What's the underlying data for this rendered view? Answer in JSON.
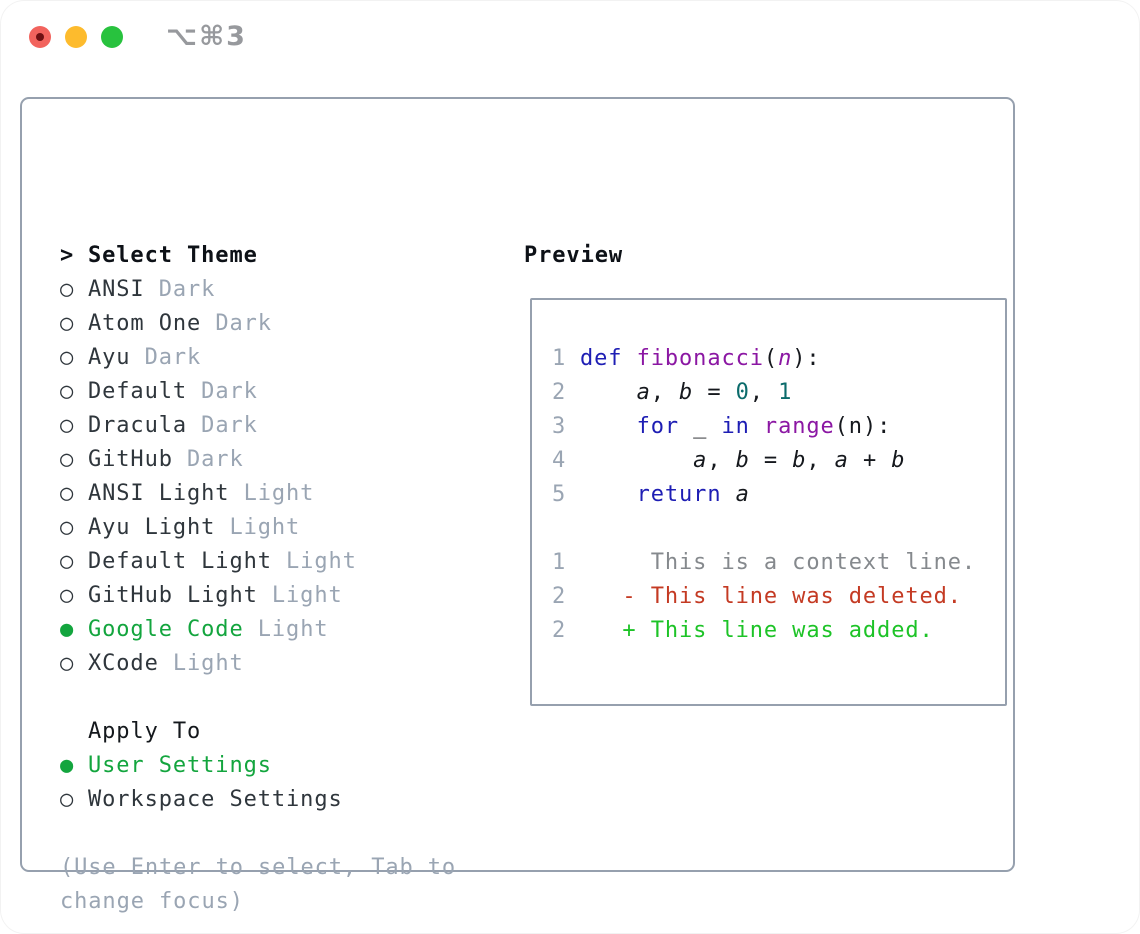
{
  "titlebar": {
    "title": "⌥⌘3"
  },
  "theme_menu": {
    "header_prefix": ">",
    "header": "Select Theme",
    "items": [
      {
        "name": "ANSI",
        "variant": "Dark",
        "selected": false
      },
      {
        "name": "Atom One",
        "variant": "Dark",
        "selected": false
      },
      {
        "name": "Ayu",
        "variant": "Dark",
        "selected": false
      },
      {
        "name": "Default",
        "variant": "Dark",
        "selected": false
      },
      {
        "name": "Dracula",
        "variant": "Dark",
        "selected": false
      },
      {
        "name": "GitHub",
        "variant": "Dark",
        "selected": false
      },
      {
        "name": "ANSI Light",
        "variant": "Light",
        "selected": false
      },
      {
        "name": "Ayu Light",
        "variant": "Light",
        "selected": false
      },
      {
        "name": "Default Light",
        "variant": "Light",
        "selected": false
      },
      {
        "name": "GitHub Light",
        "variant": "Light",
        "selected": false
      },
      {
        "name": "Google Code",
        "variant": "Light",
        "selected": true
      },
      {
        "name": "XCode",
        "variant": "Light",
        "selected": false
      }
    ]
  },
  "apply_to": {
    "header": "Apply To",
    "items": [
      {
        "name": "User Settings",
        "selected": true
      },
      {
        "name": "Workspace Settings",
        "selected": false
      }
    ]
  },
  "hint": {
    "text": "(Use Enter to select, Tab to\nchange focus)"
  },
  "preview": {
    "label": "Preview",
    "lines": [
      {
        "num": "1",
        "tokens": [
          {
            "t": "kw",
            "v": "def"
          },
          {
            "t": "plain",
            "v": " "
          },
          {
            "t": "fn",
            "v": "fibonacci"
          },
          {
            "t": "plain",
            "v": "("
          },
          {
            "t": "param",
            "v": "n"
          },
          {
            "t": "plain",
            "v": "):"
          }
        ]
      },
      {
        "num": "2",
        "tokens": [
          {
            "t": "plain",
            "v": "    "
          },
          {
            "t": "var",
            "v": "a"
          },
          {
            "t": "plain",
            "v": ", "
          },
          {
            "t": "var",
            "v": "b"
          },
          {
            "t": "plain",
            "v": " = "
          },
          {
            "t": "num",
            "v": "0"
          },
          {
            "t": "plain",
            "v": ", "
          },
          {
            "t": "num",
            "v": "1"
          }
        ]
      },
      {
        "num": "3",
        "tokens": [
          {
            "t": "plain",
            "v": "    "
          },
          {
            "t": "kw",
            "v": "for"
          },
          {
            "t": "plain",
            "v": " _ "
          },
          {
            "t": "kw",
            "v": "in"
          },
          {
            "t": "plain",
            "v": " "
          },
          {
            "t": "fn",
            "v": "range"
          },
          {
            "t": "plain",
            "v": "(n):"
          }
        ]
      },
      {
        "num": "4",
        "tokens": [
          {
            "t": "plain",
            "v": "        "
          },
          {
            "t": "var",
            "v": "a"
          },
          {
            "t": "plain",
            "v": ", "
          },
          {
            "t": "var",
            "v": "b"
          },
          {
            "t": "plain",
            "v": " = "
          },
          {
            "t": "var",
            "v": "b"
          },
          {
            "t": "plain",
            "v": ", "
          },
          {
            "t": "var",
            "v": "a"
          },
          {
            "t": "plain",
            "v": " + "
          },
          {
            "t": "var",
            "v": "b"
          }
        ]
      },
      {
        "num": "5",
        "tokens": [
          {
            "t": "plain",
            "v": "    "
          },
          {
            "t": "kw",
            "v": "return"
          },
          {
            "t": "plain",
            "v": " "
          },
          {
            "t": "var",
            "v": "a"
          }
        ]
      },
      {
        "num": "",
        "tokens": []
      },
      {
        "num": "1",
        "tokens": [
          {
            "t": "ctx",
            "v": "     This is a context line."
          }
        ]
      },
      {
        "num": "2",
        "tokens": [
          {
            "t": "del",
            "v": "   - This line was deleted."
          }
        ]
      },
      {
        "num": "2",
        "tokens": [
          {
            "t": "add",
            "v": "   + This line was added."
          }
        ]
      }
    ]
  },
  "colors": {
    "selected_green": "#13a53e",
    "ink": "#2f363c",
    "head": "#0d1117",
    "muted": "#9aa5b3",
    "border": "#96a0ae",
    "title_gray": "#97999d",
    "traffic_red": "#f2635d",
    "traffic_red_dot": "#6e1012",
    "traffic_yellow": "#fdbb2d",
    "traffic_green": "#28c23e",
    "syntax_keyword": "#1e1eb4",
    "syntax_function": "#8b17a3",
    "syntax_number": "#0b6b6b",
    "syntax_plain": "#15181d",
    "diff_context": "#85898d",
    "diff_deleted": "#c43a23",
    "diff_added": "#1dc327"
  }
}
